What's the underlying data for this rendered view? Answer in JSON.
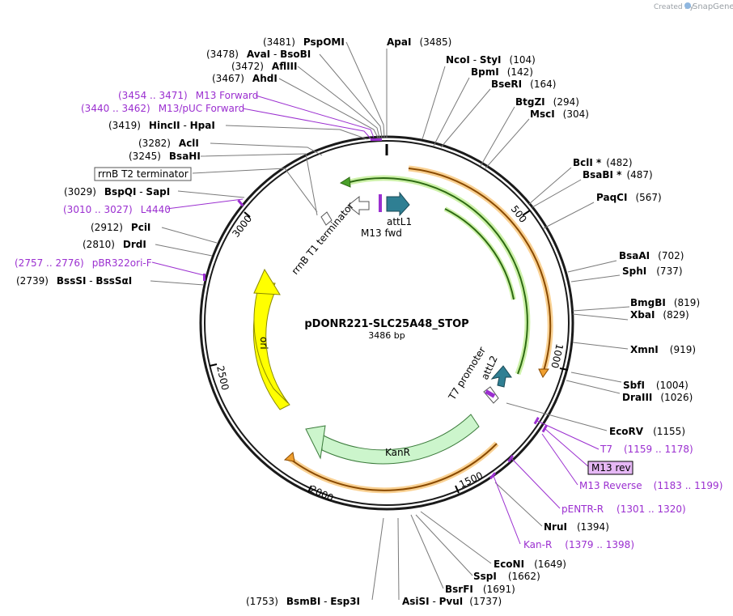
{
  "credit": "Created by",
  "brand": "SnapGene",
  "plasmid": {
    "name": "pDONR221-SLC25A48_STOP",
    "length_label": "3486 bp",
    "length": 3486
  },
  "ticks": [
    {
      "pos": 500,
      "label": "500"
    },
    {
      "pos": 1000,
      "label": "1000"
    },
    {
      "pos": 1500,
      "label": "1500"
    },
    {
      "pos": 2000,
      "label": "2000"
    },
    {
      "pos": 2500,
      "label": "2500"
    },
    {
      "pos": 3000,
      "label": "3000"
    }
  ],
  "features": [
    {
      "label": "attL1"
    },
    {
      "label": "M13 fwd"
    },
    {
      "label": "rrnB T1 terminator"
    },
    {
      "label": "ori"
    },
    {
      "label": "KanR"
    },
    {
      "label": "T7 promoter"
    },
    {
      "label": "attL2"
    }
  ],
  "sites": [
    {
      "name": "ApaI",
      "pos": "(3485)"
    },
    {
      "name": "NcoI",
      "name2": "StyI",
      "pos": "(104)"
    },
    {
      "name": "BpmI",
      "pos": "(142)"
    },
    {
      "name": "BseRI",
      "pos": "(164)"
    },
    {
      "name": "BtgZI",
      "pos": "(294)"
    },
    {
      "name": "MscI",
      "pos": "(304)"
    },
    {
      "name": "BclI *",
      "pos": "(482)"
    },
    {
      "name": "BsaBI *",
      "pos": "(487)"
    },
    {
      "name": "PaqCI",
      "pos": "(567)"
    },
    {
      "name": "BsaAI",
      "pos": "(702)"
    },
    {
      "name": "SphI",
      "pos": "(737)"
    },
    {
      "name": "BmgBI",
      "pos": "(819)"
    },
    {
      "name": "XbaI",
      "pos": "(829)"
    },
    {
      "name": "XmnI",
      "pos": "(919)"
    },
    {
      "name": "SbfI",
      "pos": "(1004)"
    },
    {
      "name": "DraIII",
      "pos": "(1026)"
    },
    {
      "name": "EcoRV",
      "pos": "(1155)"
    },
    {
      "name": "NruI",
      "pos": "(1394)"
    },
    {
      "name": "EcoNI",
      "pos": "(1649)"
    },
    {
      "name": "SspI",
      "pos": "(1662)"
    },
    {
      "name": "BsrFI",
      "pos": "(1691)"
    },
    {
      "name": "AsiSI",
      "name2": "PvuI",
      "pos": "(1737)"
    },
    {
      "name": "BsmBI",
      "name2": "Esp3I",
      "pos": "(1753)"
    },
    {
      "name": "BssSI",
      "name2": "BssSαI",
      "pos": "(2739)"
    },
    {
      "name": "DrdI",
      "pos": "(2810)"
    },
    {
      "name": "PciI",
      "pos": "(2912)"
    },
    {
      "name": "BspQI",
      "name2": "SapI",
      "pos": "(3029)"
    },
    {
      "name": "BsaHI",
      "pos": "(3245)"
    },
    {
      "name": "AclI",
      "pos": "(3282)"
    },
    {
      "name": "HincII",
      "name2": "HpaI",
      "pos": "(3419)"
    },
    {
      "name": "AhdI",
      "pos": "(3467)"
    },
    {
      "name": "AflIII",
      "pos": "(3472)"
    },
    {
      "name": "AvaI",
      "name2": "BsoBI",
      "pos": "(3478)"
    },
    {
      "name": "PspOMI",
      "pos": "(3481)"
    }
  ],
  "primers": [
    {
      "name": "M13 Forward",
      "range": "(3454 .. 3471)"
    },
    {
      "name": "M13/pUC Forward",
      "range": "(3440 .. 3462)"
    },
    {
      "name": "L4440",
      "range": "(3010 .. 3027)"
    },
    {
      "name": "pBR322ori-F",
      "range": "(2757 .. 2776)"
    },
    {
      "name": "T7",
      "range": "(1159 .. 1178)"
    },
    {
      "name": "M13 rev"
    },
    {
      "name": "M13 Reverse",
      "range": "(1183 .. 1199)"
    },
    {
      "name": "pENTR-R",
      "range": "(1301 .. 1320)"
    },
    {
      "name": "Kan-R",
      "range": "(1379 .. 1398)"
    }
  ],
  "boxed_feature": {
    "label": "rrnB T2 terminator"
  },
  "colors": {
    "backbone": "#1a1a1a",
    "ori": "#ffff00",
    "kanr": "#ccf5cc",
    "orange_arc": "#f0a030",
    "green_arc": "#4aa02a",
    "att": "#2f7f93",
    "primer": "#9b2fd0",
    "primer_box": "#e6b8f5"
  }
}
